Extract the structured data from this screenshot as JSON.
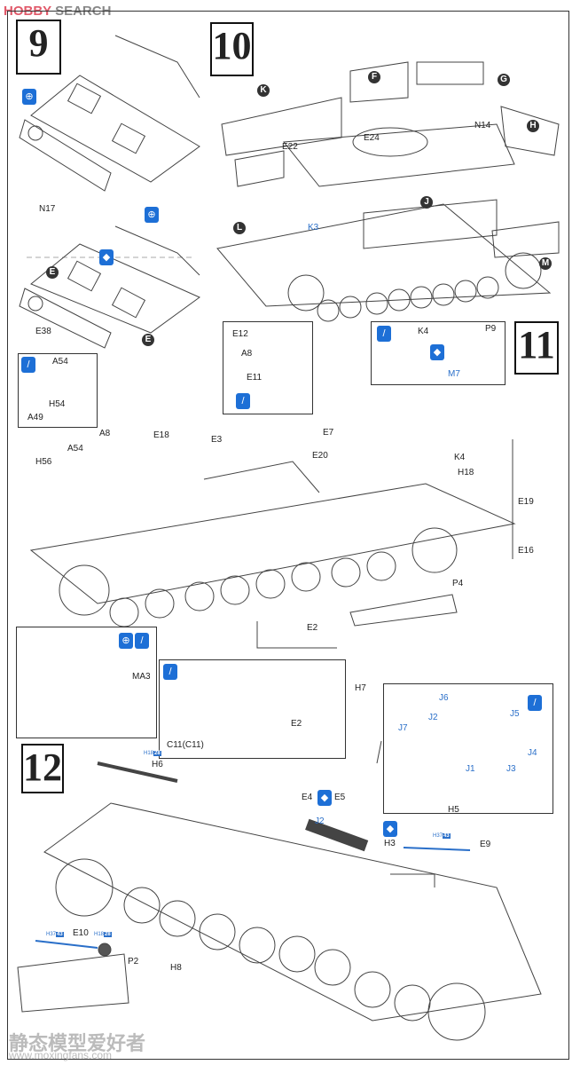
{
  "watermarks": {
    "top_logo": [
      "HOBBY",
      " SEARCH"
    ],
    "bottom_cn": "静态模型爱好者",
    "bottom_url": "www.moxingfans.com"
  },
  "steps": [
    "9",
    "10",
    "11",
    "12"
  ],
  "step9": {
    "labels": [
      "N17",
      "E38"
    ],
    "sprue_markers": [
      "E",
      "E"
    ]
  },
  "step10": {
    "labels": [
      "E22",
      "E24",
      "N14",
      "K3"
    ],
    "sprue_markers": [
      "K",
      "F",
      "G",
      "H",
      "J",
      "L",
      "M"
    ]
  },
  "inset_a": {
    "labels": [
      "A54",
      "A49",
      "H54"
    ]
  },
  "inset_b": {
    "labels": [
      "E12",
      "A8",
      "E11"
    ]
  },
  "inset_c": {
    "labels": [
      "K4",
      "P9",
      "M7"
    ]
  },
  "step11": {
    "labels": [
      "A8",
      "E18",
      "E3",
      "E7",
      "K4",
      "E20",
      "H18",
      "H56",
      "A54",
      "E19",
      "E16",
      "P4",
      "E2",
      "H7"
    ]
  },
  "inset_ma3": {
    "labels": [
      "MA3"
    ]
  },
  "inset_e2": {
    "labels": [
      "C11(C11)",
      "E2"
    ]
  },
  "inset_j": {
    "labels": [
      "J6",
      "J2",
      "J7",
      "J5",
      "J1",
      "J3",
      "J4"
    ]
  },
  "step12": {
    "labels": [
      "H6",
      "E4",
      "E5",
      "H5",
      "H3",
      "E9",
      "E10",
      "P2",
      "H8"
    ],
    "blue_labels": [
      "J2"
    ],
    "paint_codes": [
      {
        "prefix": "H",
        "a": "18",
        "b": "28"
      },
      {
        "prefix": "H",
        "a": "37",
        "b": "43"
      }
    ]
  },
  "colors": {
    "accent_blue": "#1d6fd6",
    "line": "#333333"
  },
  "icons": {
    "paint": "paint-brush-icon",
    "opposite": "both-sides-icon",
    "glue": "cement-icon"
  }
}
